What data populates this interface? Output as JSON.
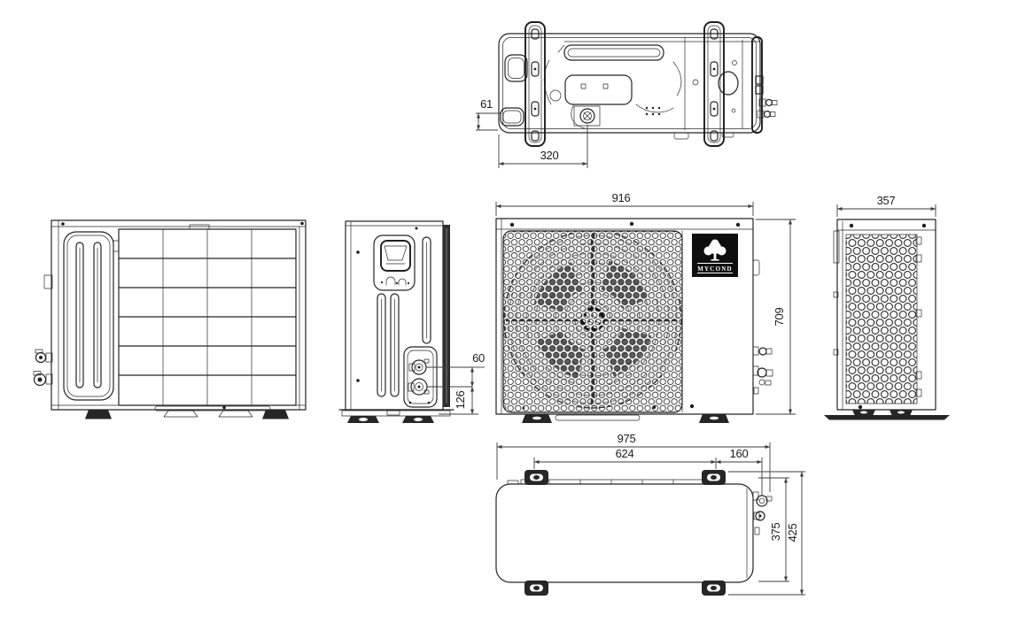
{
  "logo": {
    "text": "MYCOND"
  },
  "dims": {
    "top": {
      "offset_61": "61",
      "drain_320": "320"
    },
    "front": {
      "width_916": "916",
      "height_709": "709"
    },
    "right_side": {
      "depth_357": "357"
    },
    "left_side": {
      "spacing_60": "60",
      "height_126": "126"
    },
    "bottom": {
      "width_975": "975",
      "pitch_624": "624",
      "offset_160": "160",
      "depth_375": "375",
      "depth_425": "425"
    }
  },
  "colors": {
    "line": "#242424",
    "background": "#ffffff",
    "logo_background": "#0e0e0e",
    "logo_foreground": "#ffffff"
  }
}
